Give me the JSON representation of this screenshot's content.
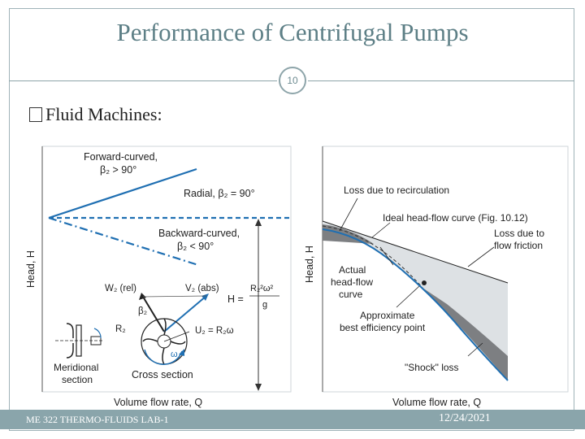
{
  "slide": {
    "title": "Performance of Centrifugal Pumps",
    "number": "10",
    "bullet": "Fluid Machines:",
    "footer_left": "ME 322 THERMO-FLUIDS LAB-1",
    "footer_right": "12/24/2021"
  },
  "figure_left": {
    "forward_curved": "Forward-curved,",
    "forward_beta": "β₂ > 90°",
    "radial": "Radial, β₂ = 90°",
    "backward_curved": "Backward-curved,",
    "backward_beta": "β₂ < 90°",
    "w2_label": "W₂ (rel)",
    "v2_label": "V₂ (abs)",
    "beta2_label": "β₂",
    "r2_label": "R₂",
    "u2_label": "U₂ = R₂ω",
    "omega_label": "ω",
    "h_label": "H =",
    "h_num": "R₂²ω²",
    "h_den": "g",
    "meridional_1": "Meridional",
    "meridional_2": "section",
    "cross_section": "Cross section",
    "y_axis": "Head, H",
    "x_axis": "Volume flow rate, Q"
  },
  "figure_right": {
    "loss_recirc": "Loss due to recirculation",
    "ideal_curve": "Ideal head-flow curve (Fig. 10.12)",
    "loss_friction_1": "Loss due to",
    "loss_friction_2": "flow friction",
    "actual_1": "Actual",
    "actual_2": "head-flow",
    "actual_3": "curve",
    "approx_1": "Approximate",
    "approx_2": "best efficiency point",
    "shock": "\"Shock\" loss",
    "y_axis": "Head, H",
    "x_axis": "Volume flow rate, Q"
  },
  "colors": {
    "accent": "#5d7f86",
    "footer": "#8aa5ab",
    "blue": "#1f6fb2",
    "loss_gray": "#d9dde0",
    "dark_gray": "#7d7f82"
  }
}
